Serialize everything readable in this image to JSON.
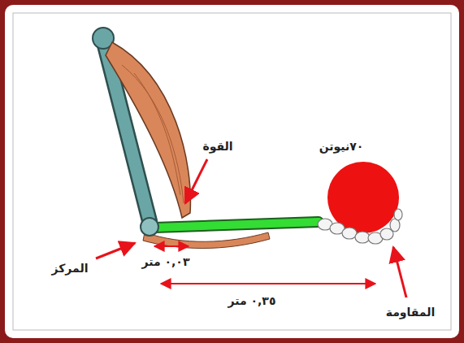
{
  "diagram": {
    "labels": [
      "٧٠نيوتن",
      "القوة",
      "المركز",
      "٠,٠٣ متر",
      "٠,٣٥ متر",
      "المقاومة"
    ]
  }
}
